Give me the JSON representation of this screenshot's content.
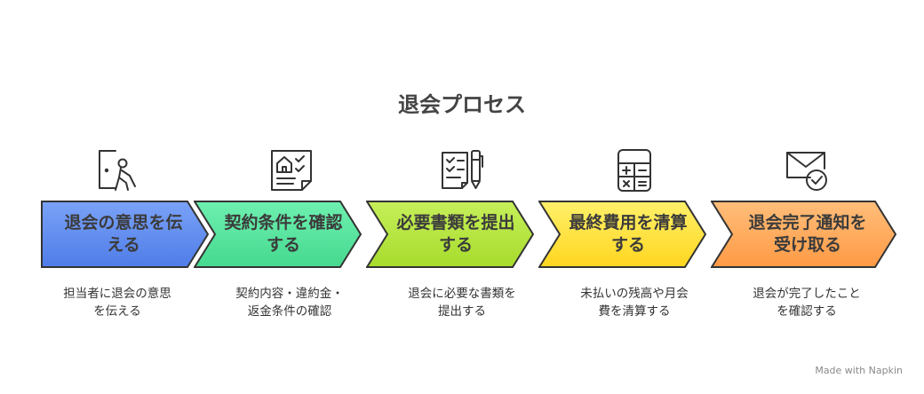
{
  "title": "退会プロセス",
  "steps": [
    {
      "label_line1": "退会の意思を伝",
      "label_line2": "える",
      "description_line1": "担当者に退会の意思",
      "description_line2": "を伝える",
      "icon": "exit-door-person-icon",
      "color_top": "#7aa2f7",
      "color_bottom": "#4f7de8"
    },
    {
      "label_line1": "契約条件を確認",
      "label_line2": "する",
      "description_line1": "契約内容・違約金・",
      "description_line2": "返金条件の確認",
      "icon": "contract-checklist-icon",
      "color_top": "#6ff0b0",
      "color_bottom": "#45d98f"
    },
    {
      "label_line1": "必要書類を提出",
      "label_line2": "する",
      "description_line1": "退会に必要な書類を",
      "description_line2": "提出する",
      "icon": "form-pen-icon",
      "color_top": "#c6ef5a",
      "color_bottom": "#a7dc2c"
    },
    {
      "label_line1": "最終費用を清算",
      "label_line2": "する",
      "description_line1": "未払いの残高や月会",
      "description_line2": "費を清算する",
      "icon": "calculator-icon",
      "color_top": "#fff06a",
      "color_bottom": "#ffd61f"
    },
    {
      "label_line1": "退会完了通知を",
      "label_line2": "受け取る",
      "description_line1": "退会が完了したこと",
      "description_line2": "を確認する",
      "icon": "mail-check-icon",
      "color_top": "#ffbe7a",
      "color_bottom": "#ff9a45"
    }
  ],
  "footer": "Made with  Napkin"
}
